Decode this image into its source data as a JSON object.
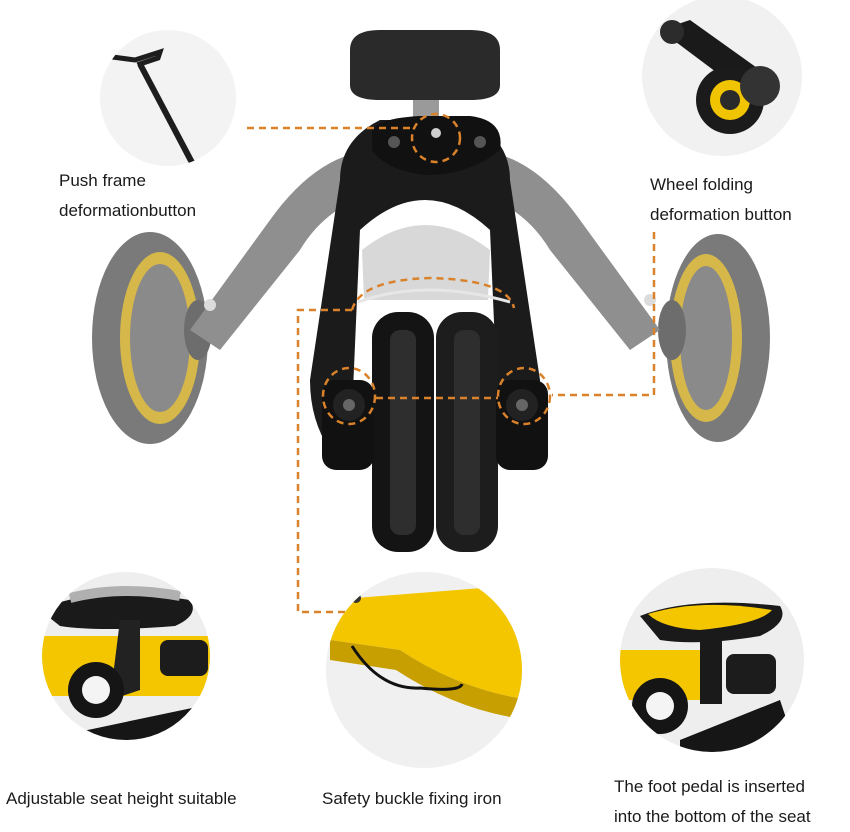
{
  "labels": {
    "push_frame": [
      "Push frame",
      "deformationbutton"
    ],
    "wheel_folding": [
      "Wheel folding",
      "deformation button"
    ],
    "seat_height": "Adjustable seat height suitable",
    "safety_buckle": "Safety buckle fixing iron",
    "foot_pedal": [
      "The foot pedal is inserted",
      "into the bottom of the seat"
    ]
  },
  "colors": {
    "callout_line": "#d9822b",
    "tricycle_yellow": "#f2c400",
    "frame_black": "#151515",
    "folded_wheel_gray": "#7d7d7d"
  }
}
